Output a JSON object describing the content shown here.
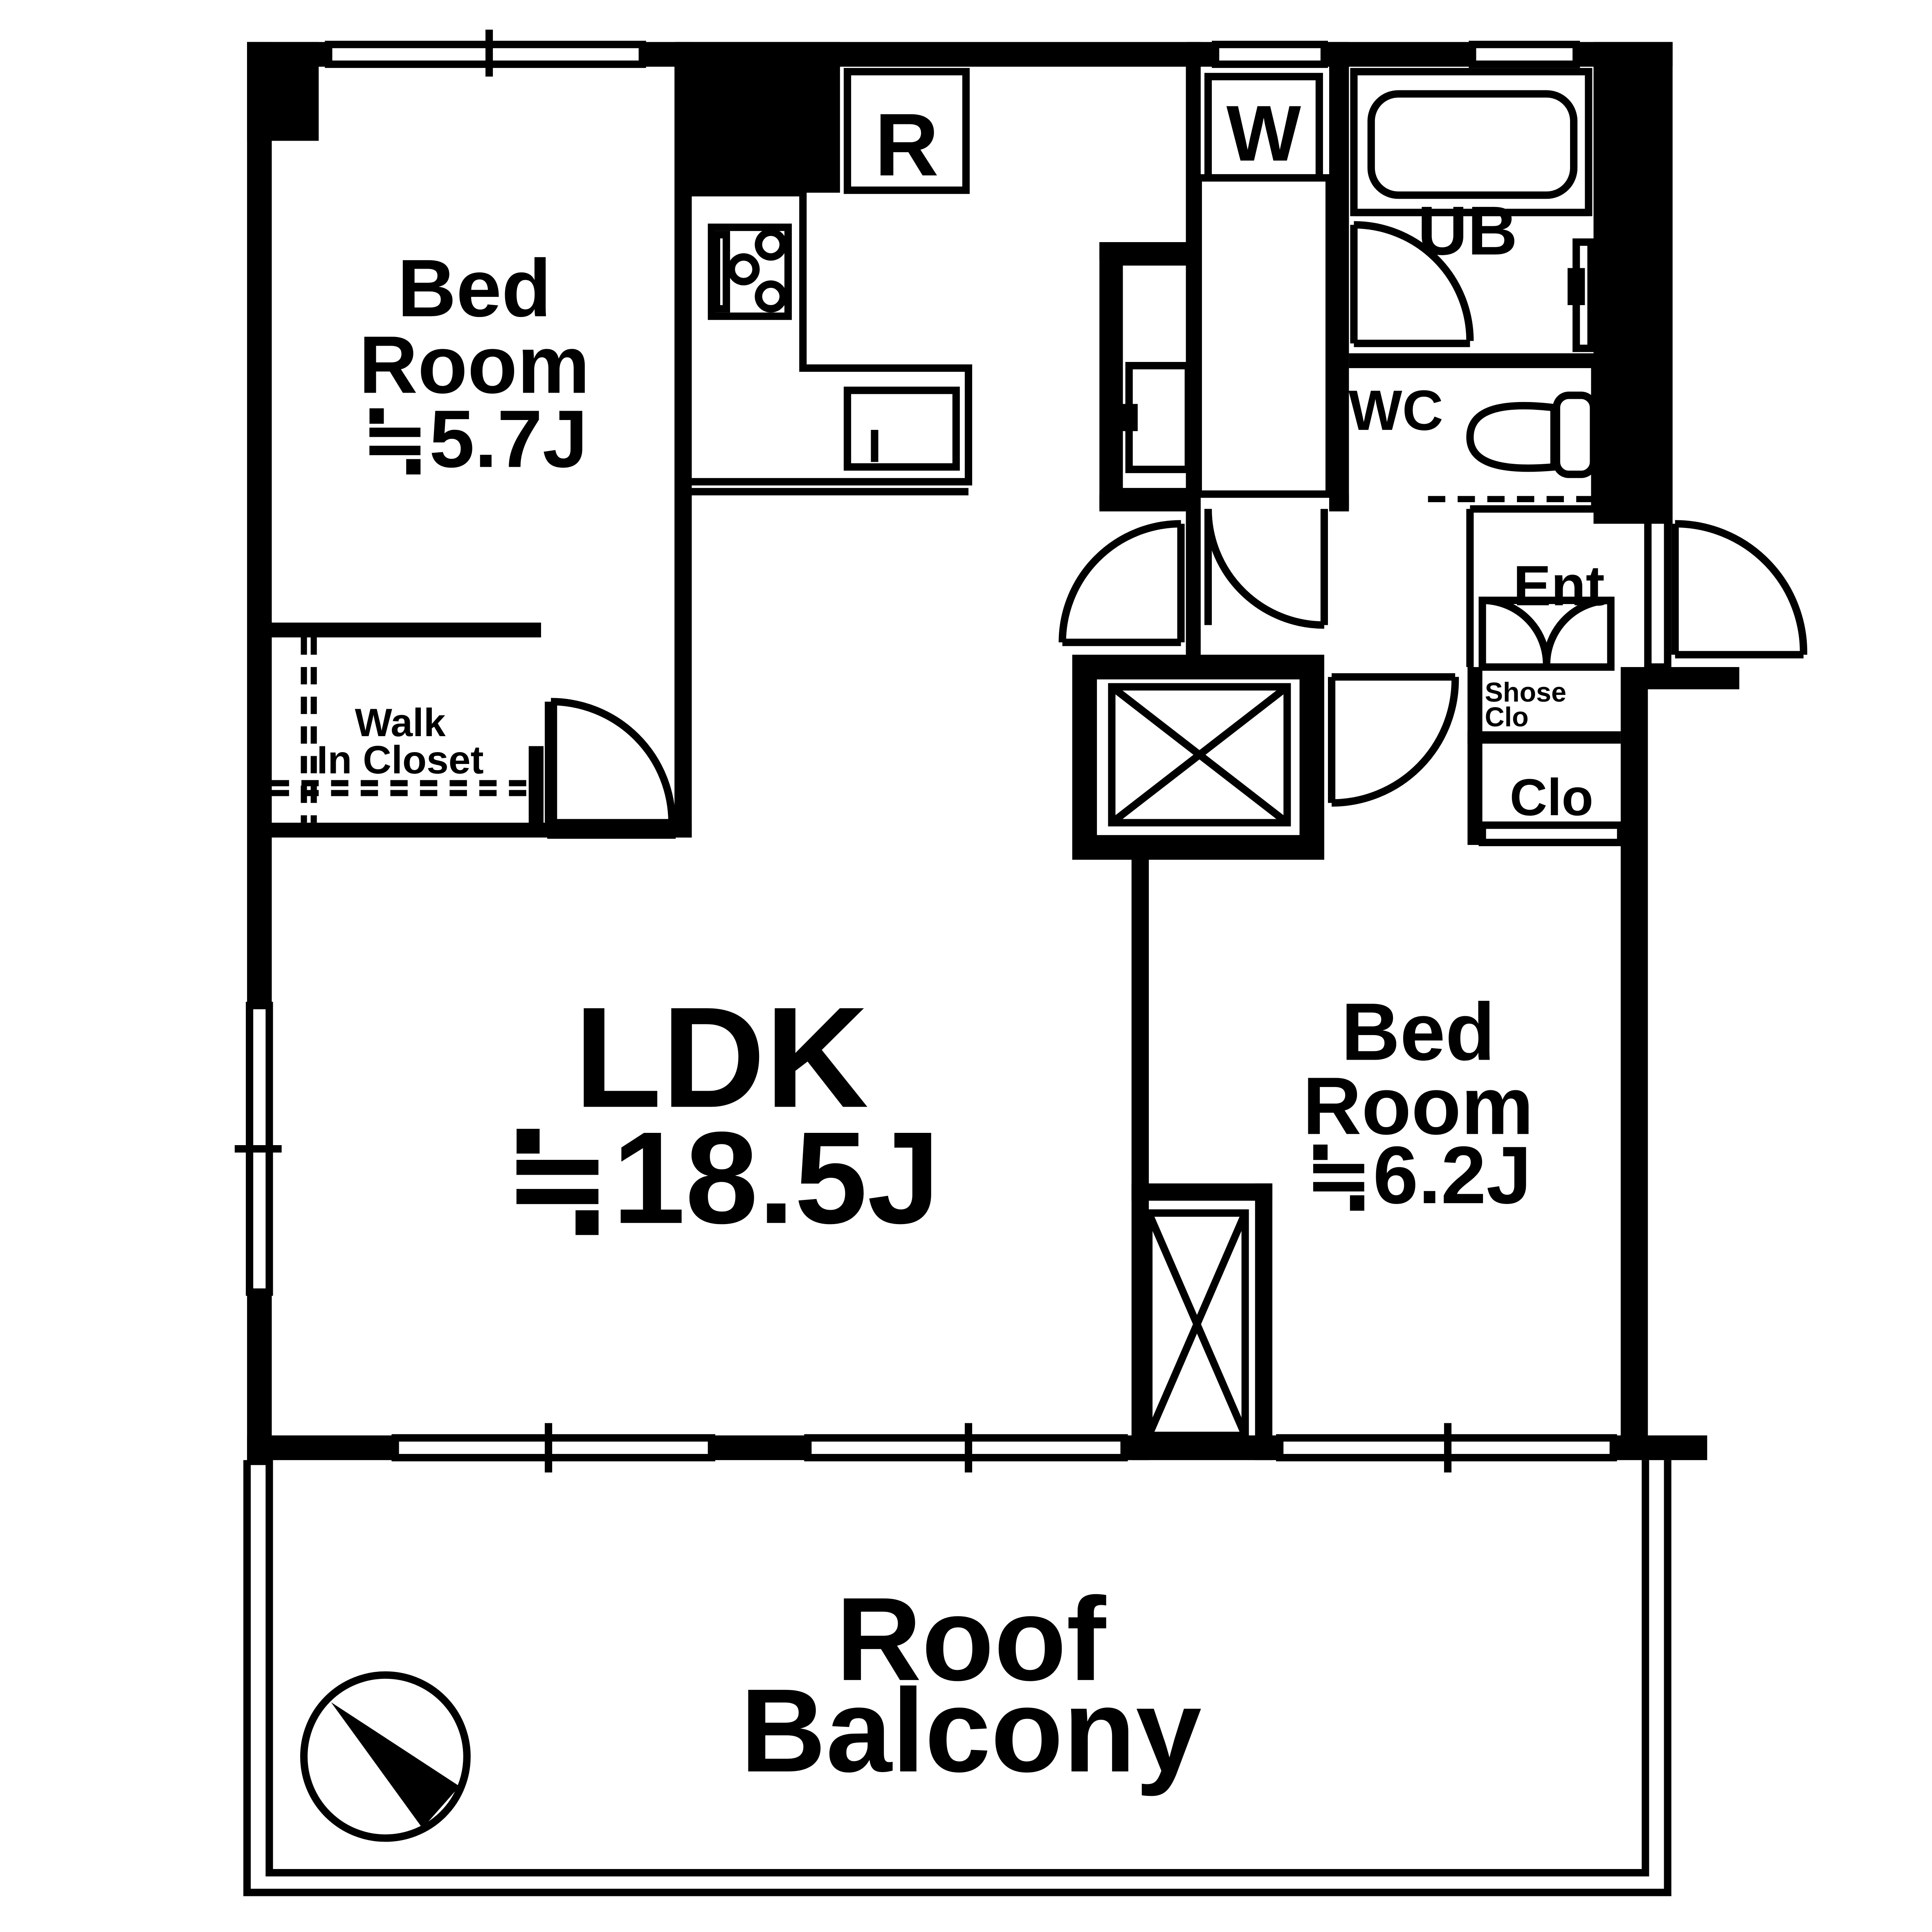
{
  "colors": {
    "wall": "#000000",
    "background": "#ffffff"
  },
  "rooms": {
    "bedroom_1": {
      "line1": "Bed",
      "line2": "Room",
      "area": "≒5.7J"
    },
    "walk_in_closet": {
      "line1": "Walk",
      "line2": "In Closet"
    },
    "refrigerator": {
      "label": "R"
    },
    "washer": {
      "label": "W"
    },
    "unit_bath": {
      "label": "UB"
    },
    "wc": {
      "label": "WC"
    },
    "entrance": {
      "label": "Ent"
    },
    "shoe_closet": {
      "line1": "Shose",
      "line2": "Clo"
    },
    "closet": {
      "label": "Clo"
    },
    "ldk": {
      "name": "LDK",
      "area": "≒18.5J"
    },
    "bedroom_2": {
      "line1": "Bed",
      "line2": "Room",
      "area": "≒6.2J"
    },
    "roof_balcony": {
      "line1": "Roof",
      "line2": "Balcony"
    }
  },
  "icons": {
    "compass": "north-arrow-icon"
  }
}
